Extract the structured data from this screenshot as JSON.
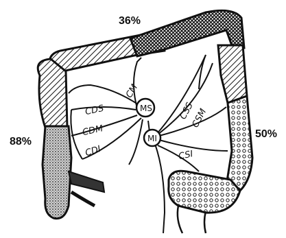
{
  "percentages": {
    "transverse": "36%",
    "ascending": "88%",
    "descending": "50%"
  },
  "labels": {
    "cm": "CM",
    "cds": "CDS",
    "cdm": "CDM",
    "cdi": "CDI",
    "css": "CSS",
    "csm": "CSM",
    "csi": "CSI",
    "ms": "MS",
    "mi": "MI"
  }
}
